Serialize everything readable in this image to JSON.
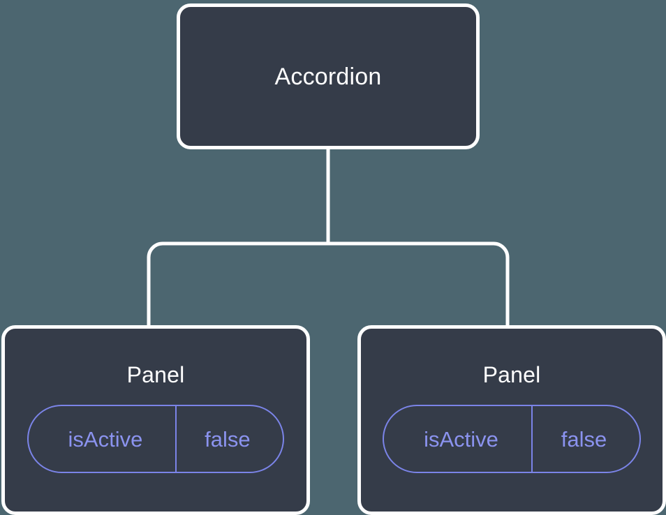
{
  "diagram": {
    "type": "component-tree",
    "colors": {
      "background": "#4c6670",
      "node_fill": "#353c49",
      "node_border": "#ffffff",
      "connector": "#ffffff",
      "title_text": "#ffffff",
      "pill_border": "#7b84e8",
      "pill_text": "#8b93ef"
    },
    "root": {
      "title": "Accordion"
    },
    "children": [
      {
        "title": "Panel",
        "prop": {
          "key": "isActive",
          "value": "false"
        }
      },
      {
        "title": "Panel",
        "prop": {
          "key": "isActive",
          "value": "false"
        }
      }
    ]
  }
}
